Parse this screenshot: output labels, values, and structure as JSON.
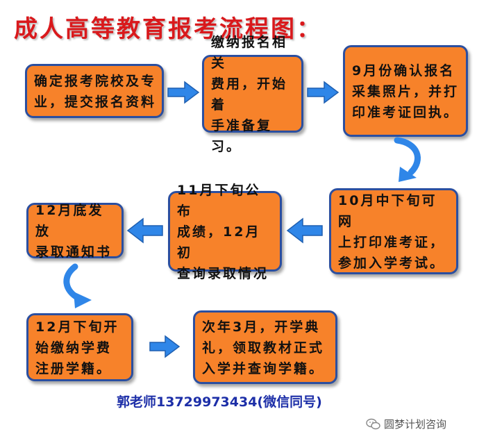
{
  "title": "成人高等教育报考流程图：",
  "steps": [
    {
      "text": "确定报考院校及专\n业，提交报名资料"
    },
    {
      "text": "缴纳报名相关\n费用，开始着\n手准备复习。"
    },
    {
      "text": "9月份确认报名\n采集照片，并打\n印准考证回执。"
    },
    {
      "text": "10月中下旬可网\n上打印准考证，\n参加入学考试。"
    },
    {
      "text": "11月下旬公布\n成绩，12月初\n查询录取情况"
    },
    {
      "text": "12月底发放\n录取通知书"
    },
    {
      "text": "12月下旬开\n始缴纳学费\n注册学籍。"
    },
    {
      "text": "次年3月，开学典\n礼，领取教材正式\n入学并查询学籍。"
    }
  ],
  "footer": "郭老师13729973434(微信同号)",
  "watermark": "圆梦计划咨询",
  "colors": {
    "box": "#f7822a",
    "border": "#2b4fa0",
    "arrow": "#2f86e8",
    "title": "#d9191c"
  }
}
